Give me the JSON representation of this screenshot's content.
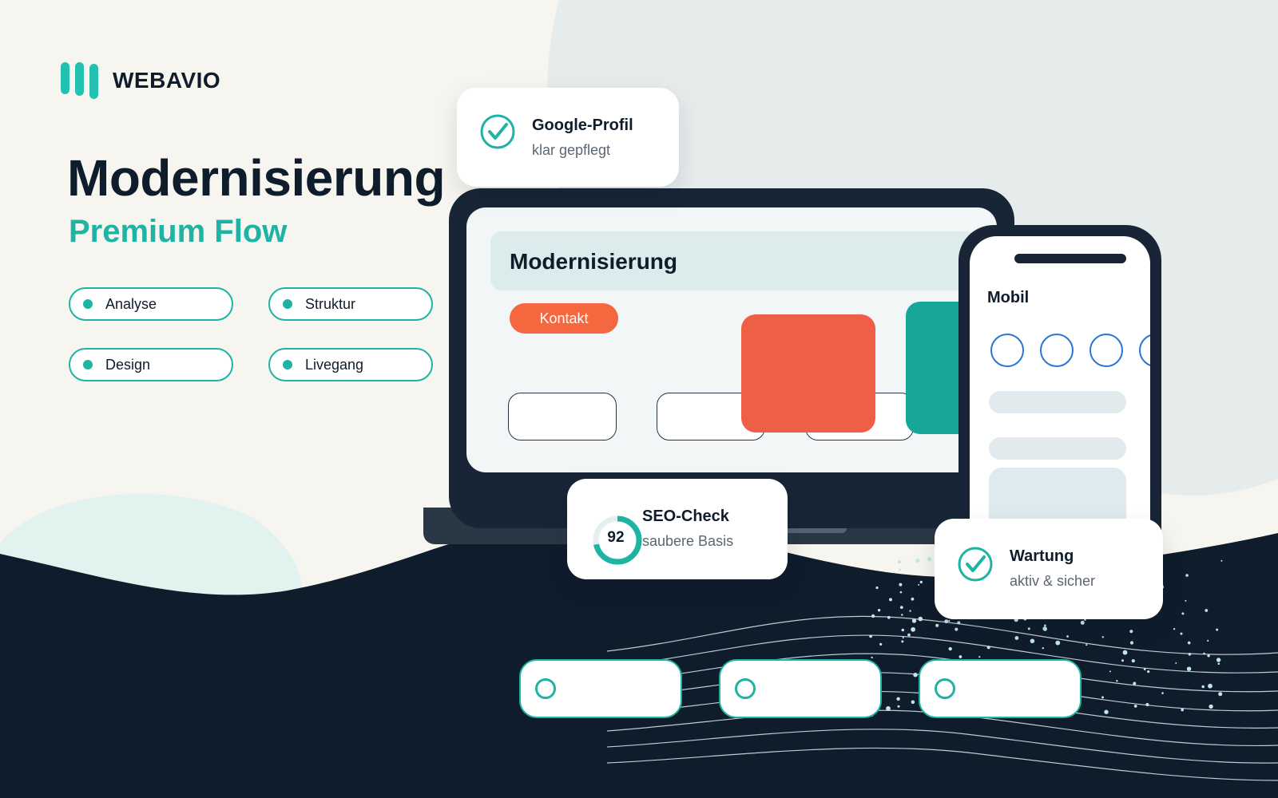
{
  "brand": {
    "name": "WEBAVIO"
  },
  "hero": {
    "title": "Modernisierung",
    "subtitle": "Premium Flow"
  },
  "steps": [
    {
      "label": "Analyse"
    },
    {
      "label": "Struktur"
    },
    {
      "label": "Design"
    },
    {
      "label": "Livegang"
    }
  ],
  "google_card": {
    "title": "Google-Profil",
    "subtitle": "klar gepflegt",
    "icon": "check-circle-icon"
  },
  "laptop": {
    "screen_title": "Modernisierung",
    "contact_label": "Kontakt"
  },
  "phone": {
    "label": "Mobil"
  },
  "seo_card": {
    "title": "SEO-Check",
    "subtitle": "saubere Basis",
    "score": "92",
    "score_fraction": 0.92
  },
  "maintenance_card": {
    "title": "Wartung",
    "subtitle": "aktiv & sicher",
    "icon": "check-circle-icon"
  },
  "colors": {
    "navy": "#0f1c2b",
    "teal": "#1eb3a2",
    "coral": "#ef5f46",
    "cream": "#f6f5ef",
    "blue": "#2a76d2"
  }
}
